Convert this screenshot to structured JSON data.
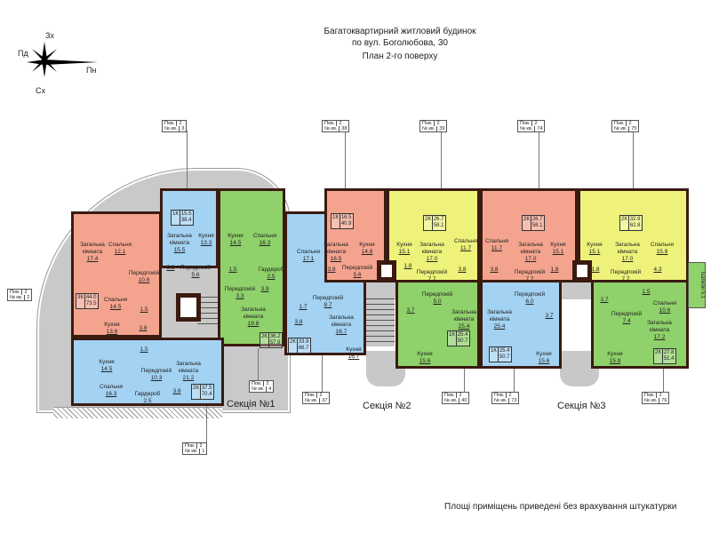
{
  "header": {
    "line1": "Багатоквартирний житловий будинок",
    "line2": "по вул. Боголюбова, 30",
    "line3": "План 2-го поверху"
  },
  "compass": {
    "north": "Зх",
    "south": "Сх",
    "west": "Пд",
    "east": "Пн"
  },
  "colors": {
    "salmon": "#f4a48e",
    "blue": "#a3d2f2",
    "green": "#8fd16a",
    "yellow": "#eef27a",
    "corridor": "#c8c8c8",
    "wall": "#3b1a10"
  },
  "tag_labels": {
    "floor": "Пов.",
    "apt": "№ кв."
  },
  "sections": [
    "Секція №1",
    "Секція №2",
    "Секція №3"
  ],
  "balcony": {
    "label": "Балкон",
    "area": "5.1"
  },
  "note": "Площі приміщень приведені без врахування штукатурки",
  "apartments": [
    {
      "no": "3",
      "floor": "2",
      "type": "1К",
      "living": "15.5",
      "total": "38.4",
      "color": "blue",
      "rooms": [
        {
          "name": "Загальна кімната",
          "area": "15.5"
        },
        {
          "name": "Кухня",
          "area": "13.3"
        },
        {
          "name": "Передпокій",
          "area": "5.6"
        },
        {
          "name": "",
          "area": "3.8"
        }
      ]
    },
    {
      "no": "4",
      "floor": "2",
      "type": "2К",
      "living": "36.2",
      "total": "57.9",
      "color": "green",
      "rooms": [
        {
          "name": "Кухня",
          "area": "14.5"
        },
        {
          "name": "Спальня",
          "area": "16.3"
        },
        {
          "name": "Гардероб",
          "area": "2.5"
        },
        {
          "name": "",
          "area": "1.5"
        },
        {
          "name": "Передпокій",
          "area": "3.3"
        },
        {
          "name": "",
          "area": "3.9"
        },
        {
          "name": "Загальна кімната",
          "area": "19.8"
        }
      ]
    },
    {
      "no": "2",
      "floor": "2",
      "type": "3К",
      "living": "44.0",
      "total": "73.5",
      "color": "salmon",
      "rooms": [
        {
          "name": "Загальна кімната",
          "area": "17.4"
        },
        {
          "name": "Спальня",
          "area": "12.1"
        },
        {
          "name": "Передпокій",
          "area": "10.6"
        },
        {
          "name": "Спальня",
          "area": "14.5"
        },
        {
          "name": "Кухня",
          "area": "13.6"
        },
        {
          "name": "",
          "area": "1.5"
        },
        {
          "name": "",
          "area": "3.8"
        }
      ]
    },
    {
      "no": "1",
      "floor": "2",
      "type": "2К",
      "living": "37.5",
      "total": "70.4",
      "color": "blue",
      "rooms": [
        {
          "name": "Кухня",
          "area": "14.5"
        },
        {
          "name": "Передпокій",
          "area": "10.3"
        },
        {
          "name": "Спальня",
          "area": "16.3"
        },
        {
          "name": "Загальна кімната",
          "area": "21.2"
        },
        {
          "name": "",
          "area": "1.5"
        },
        {
          "name": "Гардероб",
          "area": "2.5"
        },
        {
          "name": "",
          "area": "3.8"
        }
      ]
    },
    {
      "no": "37",
      "floor": "2",
      "type": "2К",
      "living": "33.9",
      "total": "66.7",
      "color": "blue",
      "rooms": [
        {
          "name": "Спальня",
          "area": "17.1"
        },
        {
          "name": "Передпокій",
          "area": "8.7"
        },
        {
          "name": "",
          "area": "1.7"
        },
        {
          "name": "",
          "area": "3.8"
        },
        {
          "name": "Загальна кімната",
          "area": "16.7"
        },
        {
          "name": "Кухня",
          "area": "16.7"
        }
      ]
    },
    {
      "no": "38",
      "floor": "2",
      "type": "1К",
      "living": "16.5",
      "total": "40.9",
      "color": "salmon",
      "rooms": [
        {
          "name": "Загальна кімната",
          "area": "16.5"
        },
        {
          "name": "Кухня",
          "area": "14.8"
        },
        {
          "name": "Передпокій",
          "area": "5.6"
        },
        {
          "name": "",
          "area": "3.8"
        }
      ]
    },
    {
      "no": "39",
      "floor": "2",
      "type": "2К",
      "living": "26.7",
      "total": "58.1",
      "color": "yellow",
      "rooms": [
        {
          "name": "Кухня",
          "area": "15.1"
        },
        {
          "name": "Загальна кімната",
          "area": "17.0"
        },
        {
          "name": "Спальня",
          "area": "11.7"
        },
        {
          "name": "Передпокій",
          "area": "7.7"
        },
        {
          "name": "",
          "area": "1.8"
        },
        {
          "name": "",
          "area": "3.8"
        }
      ]
    },
    {
      "no": "40",
      "floor": "2",
      "type": "1К",
      "living": "25.4",
      "total": "50.7",
      "color": "green",
      "rooms": [
        {
          "name": "Передпокій",
          "area": "5.0"
        },
        {
          "name": "",
          "area": "3.7"
        },
        {
          "name": "Загальна кімната",
          "area": "25.4"
        },
        {
          "name": "Кухня",
          "area": "15.6"
        }
      ]
    },
    {
      "no": "74",
      "floor": "2",
      "type": "2К",
      "living": "26.7",
      "total": "58.1",
      "color": "salmon",
      "rooms": [
        {
          "name": "Спальня",
          "area": "11.7"
        },
        {
          "name": "Загальна кімната",
          "area": "17.0"
        },
        {
          "name": "Кухня",
          "area": "15.1"
        },
        {
          "name": "Передпокій",
          "area": "7.7"
        },
        {
          "name": "",
          "area": "3.8"
        },
        {
          "name": "",
          "area": "1.8"
        }
      ]
    },
    {
      "no": "75",
      "floor": "2",
      "type": "2К",
      "living": "32.9",
      "total": "62.8",
      "color": "yellow",
      "rooms": [
        {
          "name": "Кухня",
          "area": "15.1"
        },
        {
          "name": "Загальна кімната",
          "area": "17.0"
        },
        {
          "name": "Спальня",
          "area": "15.9"
        },
        {
          "name": "Передпокій",
          "area": "7.7"
        },
        {
          "name": "",
          "area": "1.8"
        },
        {
          "name": "",
          "area": "4.3"
        }
      ]
    },
    {
      "no": "73",
      "floor": "2",
      "type": "1К",
      "living": "25.4",
      "total": "50.7",
      "color": "blue",
      "rooms": [
        {
          "name": "Загальна кімната",
          "area": "25.4"
        },
        {
          "name": "Передпокій",
          "area": "6.0"
        },
        {
          "name": "",
          "area": "3.7"
        },
        {
          "name": "Кухня",
          "area": "15.6"
        }
      ]
    },
    {
      "no": "76",
      "floor": "2",
      "type": "2К",
      "living": "27.8",
      "total": "51.4",
      "color": "green",
      "rooms": [
        {
          "name": "Передпокій",
          "area": "7.4"
        },
        {
          "name": "",
          "area": "1.5"
        },
        {
          "name": "Спальня",
          "area": "10.6"
        },
        {
          "name": "Загальна кімната",
          "area": "17.2"
        },
        {
          "name": "Кухня",
          "area": "15.8"
        },
        {
          "name": "",
          "area": "3.7"
        }
      ]
    }
  ]
}
